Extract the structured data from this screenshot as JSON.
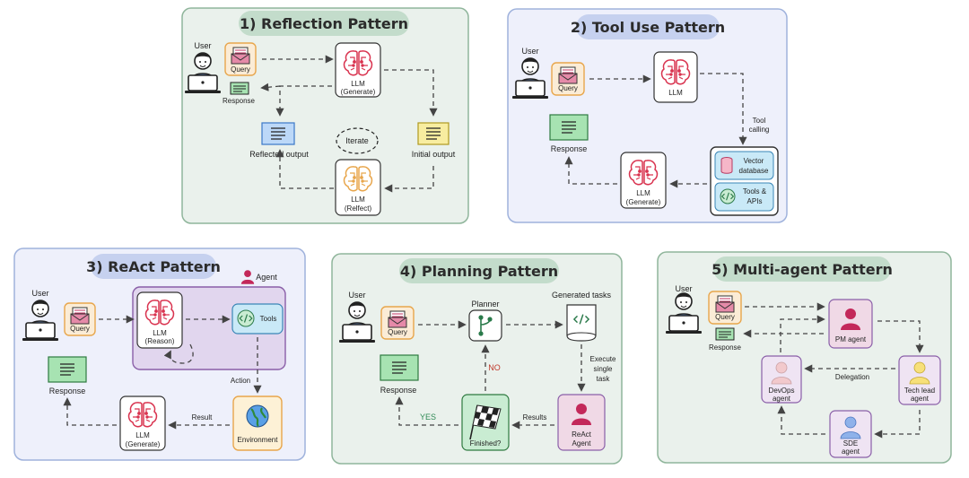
{
  "colors": {
    "green_panel": "#eaf1ec",
    "green_border": "#8fb59b",
    "blue_panel": "#eef0fb",
    "blue_border": "#9fb2dc",
    "green_pill": "#c3dccb",
    "blue_pill": "#c6d1ef",
    "agent_red": "#c3285a",
    "query_orange": "#e8a64c"
  },
  "reflection": {
    "title": "1) Reflection Pattern",
    "user": "User",
    "query": "Query",
    "response": "Response",
    "llm": "LLM",
    "llm_sub": "(Generate)",
    "reflected": "Reflected output",
    "initial": "Initial output",
    "iterate": "Iterate",
    "llm2": "LLM",
    "llm2_sub": "(Relfect)"
  },
  "tooluse": {
    "title": "2) Tool Use Pattern",
    "user": "User",
    "query": "Query",
    "llm": "LLM",
    "tool_calling_1": "Tool",
    "tool_calling_2": "calling",
    "response": "Response",
    "vector_1": "Vector",
    "vector_2": "database",
    "tools_1": "Tools &",
    "tools_2": "APIs",
    "llm2": "LLM",
    "llm2_sub": "(Generate)"
  },
  "react": {
    "title": "3) ReAct Pattern",
    "agent": "Agent",
    "user": "User",
    "query": "Query",
    "llm": "LLM",
    "llm_sub": "(Reason)",
    "tools": "Tools",
    "action": "Action",
    "response": "Response",
    "result": "Result",
    "llm2": "LLM",
    "llm2_sub": "(Generate)",
    "environment": "Environment"
  },
  "planning": {
    "title": "4) Planning Pattern",
    "user": "User",
    "query": "Query",
    "planner": "Planner",
    "generated": "Generated tasks",
    "execute_1": "Execute",
    "execute_2": "single",
    "execute_3": "task",
    "no": "NO",
    "yes": "YES",
    "response": "Response",
    "results": "Results",
    "finished": "Finished?",
    "react_agent_1": "ReAct",
    "react_agent_2": "Agent"
  },
  "multi": {
    "title": "5) Multi-agent Pattern",
    "user": "User",
    "query": "Query",
    "response": "Response",
    "pm": "PM agent",
    "devops_1": "DevOps",
    "devops_2": "agent",
    "delegation": "Delegation",
    "techlead_1": "Tech lead",
    "techlead_2": "agent",
    "sde_1": "SDE",
    "sde_2": "agent"
  }
}
